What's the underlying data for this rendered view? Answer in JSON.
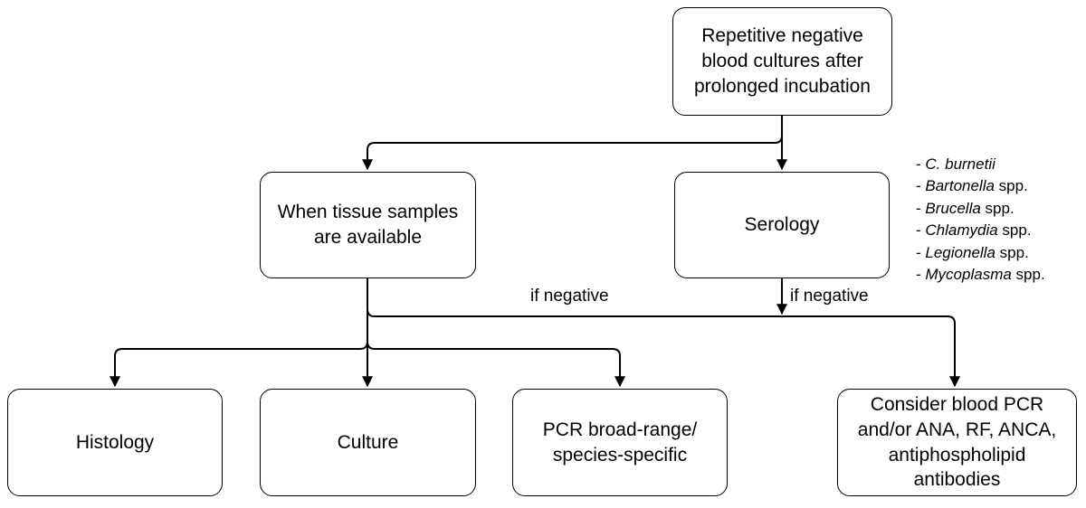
{
  "nodes": {
    "start": "Repetitive negative\nblood cultures after\nprolonged incubation",
    "tissue": "When tissue samples\nare available",
    "serology": "Serology",
    "histology": "Histology",
    "culture": "Culture",
    "pcr": "PCR broad-range/\nspecies-specific",
    "consider": "Consider blood PCR\nand/or ANA, RF, ANCA,\nantiphospholipid\nantibodies"
  },
  "edge_labels": {
    "tissue_negative": "if negative",
    "serology_negative": "if negative"
  },
  "serology_targets": [
    {
      "name": "C. burnetii",
      "suffix": ""
    },
    {
      "name": "Bartonella",
      "suffix": " spp."
    },
    {
      "name": "Brucella",
      "suffix": " spp."
    },
    {
      "name": "Chlamydia",
      "suffix": " spp."
    },
    {
      "name": "Legionella",
      "suffix": " spp."
    },
    {
      "name": "Mycoplasma",
      "suffix": " spp."
    }
  ],
  "colors": {
    "line": "#000000",
    "box_fill": "#ffffff"
  }
}
